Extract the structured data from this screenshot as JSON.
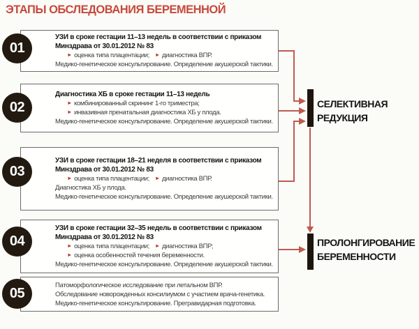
{
  "title": "ЭТАПЫ ОБСЛЕДОВАНИЯ БЕРЕМЕННОЙ",
  "bullet_glyph": "►",
  "stages": [
    {
      "number": "01",
      "heading": "УЗИ в сроке гестации 11–13 недель в соответствии с приказом Минздрава от 30.01.2012 № 83",
      "bullets": [
        "оценка типа плацентации;",
        "диагностика ВПР."
      ],
      "footer": "Медико-генетическое консультирование. Определение акушерской тактики."
    },
    {
      "number": "02",
      "heading": "Диагностика ХБ в сроке гестации 11–13 недель",
      "bullets": [
        "комбинированный скрининг 1-го триместра;",
        "инвазивная пренатальная диагностика ХБ у плода."
      ],
      "footer": "Медико-генетическое консультирование. Определение акушерской тактики."
    },
    {
      "number": "03",
      "heading": "УЗИ в сроке гестации 18–21 неделя в соответствии с приказом Минздрава от 30.01.2012 № 83",
      "bullets": [
        "оценка типа плацентации;",
        "диагностика ВПР."
      ],
      "extra": "Диагностика ХБ у плода.",
      "footer": "Медико-генетическое консультирование. Определение акушерской тактики."
    },
    {
      "number": "04",
      "heading": "УЗИ в сроке гестации 32–35 недель в соответствии с приказом Минздрава от 30.01.2012 № 83",
      "bullets": [
        "оценка типа плацентации;",
        "диагностика ВПР;",
        "оценка особенностей течения беременности."
      ],
      "footer": "Медико-генетическое консультирование. Определение акушерской тактики."
    },
    {
      "number": "05",
      "lines": [
        "Патоморфологическое исследование при летальном ВПР.",
        "Обследование новорожденных консилиумом с участием врача-генетика.",
        "Медико-генетическое консультирование. Прегравидарная подготовка."
      ]
    }
  ],
  "outcomes": {
    "selective_reduction": {
      "line1": "СЕЛЕКТИВНАЯ",
      "line2": "РЕДУКЦИЯ"
    },
    "prolongation": {
      "line1": "ПРОЛОНГИРОВАНИЕ",
      "line2": "БЕРЕМЕННОСТИ"
    }
  },
  "colors": {
    "accent_red": "#c7493d",
    "connector_red": "#c05a4e",
    "node_black": "#221a10",
    "bar_black": "#1d150b"
  }
}
